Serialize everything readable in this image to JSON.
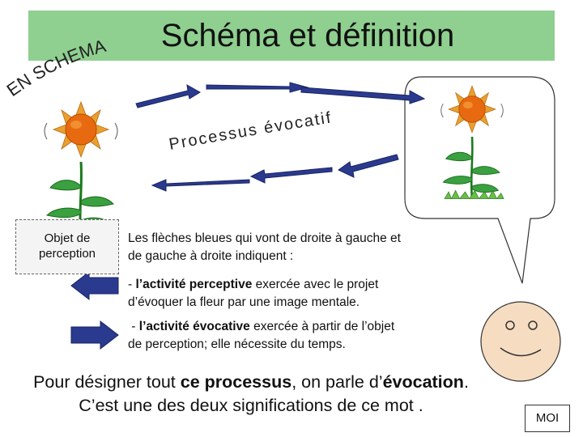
{
  "title": "Schéma et définition",
  "arc_title": "EN SCHEMA",
  "process_label": "Processus évocatif",
  "object_label_line1": "Objet de",
  "object_label_line2": "perception",
  "intro_line1": "Les flèches bleues qui vont de droite à gauche et",
  "intro_line2": "de gauche à droite indiquent :",
  "item1": {
    "prefix": "- ",
    "bold": "l’activité perceptive",
    "text1": " exercée avec le projet",
    "line2": "d’évoquer la fleur par une image mentale."
  },
  "item2": {
    "prefix": " - ",
    "bold": "l’activité évocative",
    "text1": " exercée à partir de l’objet",
    "line2": "de perception; elle nécessite du temps."
  },
  "bottom": {
    "part1": "Pour désigner tout ",
    "bold1": "ce processus",
    "part2": ", on parle d’",
    "bold2": "évocation",
    "part3": ".",
    "line2": "C’est une des deux significations de ce mot ."
  },
  "moi_label": "MOI",
  "colors": {
    "title_band": "#8fcf8f",
    "arrow_blue": "#2a3a8f",
    "petal": "#e8a030",
    "flower_center": "#e86a10",
    "stem": "#1a7a1a",
    "leaf": "#3aa040"
  }
}
